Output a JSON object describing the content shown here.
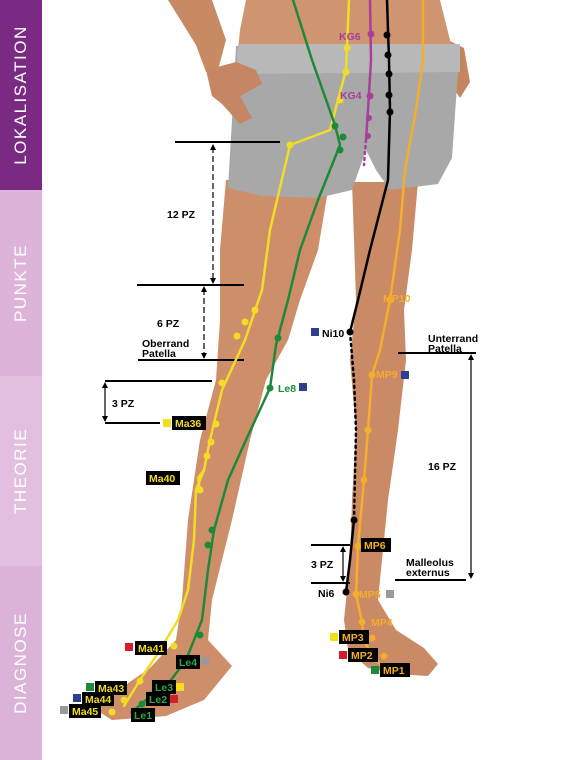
{
  "sidebar": {
    "tabs": [
      {
        "label": "LOKALISATION",
        "active": true
      },
      {
        "label": "PUNKTE",
        "active": false
      },
      {
        "label": "THEORIE",
        "active": false
      },
      {
        "label": "DIAGNOSE",
        "active": false
      }
    ],
    "active_color": "#7b2a83",
    "inactive_color": "#ddb3d9"
  },
  "meridian_colors": {
    "stomach": "#f2dc26",
    "spleen": "#f4ad2c",
    "liver": "#1d8a3b",
    "kidney": "#000000",
    "conception": "#a7409a"
  },
  "marker_colors": {
    "yellow": "#f4de1a",
    "blue": "#2e3f91",
    "red": "#d21f2b",
    "green": "#1d8a3b",
    "gray": "#9a9a9a"
  },
  "labels": {
    "kg6": "KG6",
    "kg4": "KG4",
    "pz12": "12 PZ",
    "pz6": "6 PZ",
    "oberrand": "Oberrand",
    "patella_left": "Patella",
    "pz3": "3 PZ",
    "ma36": "Ma36",
    "ma40": "Ma40",
    "ma41": "Ma41",
    "ma43": "Ma43",
    "ma44": "Ma44",
    "ma45": "Ma45",
    "le1": "Le1",
    "le2": "Le2",
    "le3": "Le3",
    "le4": "Le4",
    "le8": "Le8",
    "ni10": "Ni10",
    "ni6": "Ni6",
    "mp10": "MP10",
    "mp9": "MP9",
    "mp6": "MP6",
    "mp5": "MP5",
    "mp4": "MP4",
    "mp3": "MP3",
    "mp2": "MP2",
    "mp1": "MP1",
    "unterrand": "Unterrand",
    "patella_right": "Patella",
    "pz16": "16 PZ",
    "pz3_right": "3 PZ",
    "malleolus": "Malleolus",
    "externus": "externus"
  }
}
